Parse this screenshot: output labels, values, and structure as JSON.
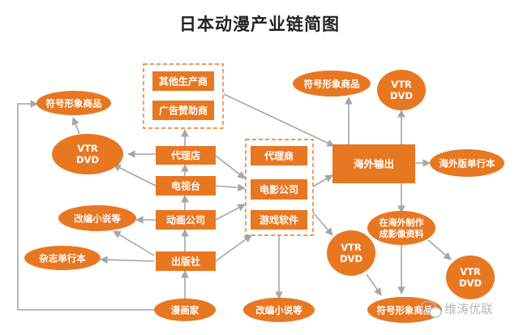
{
  "title": "日本动漫产业链简图",
  "colors": {
    "accent": "#e87722",
    "line": "#a6a6a6",
    "dash": "#e87722",
    "title": "#222222"
  },
  "nodes": {
    "other_producer": "其他生产商",
    "ad_sponsor": "广告赞助商",
    "agency_store": "代理店",
    "tv_station": "电视台",
    "anime_company": "动画公司",
    "publisher": "出版社",
    "manga_artist": "漫画家",
    "agent": "代理商",
    "film_company": "电影公司",
    "game_software": "游戏软件",
    "overseas_export": "海外输出",
    "overseas_volume": "海外版单行本",
    "overseas_image": [
      "在海外制作",
      "成影像资料"
    ],
    "symbol_goods_left": "符号形象商品",
    "symbol_goods_top": "符号形象商品",
    "symbol_goods_bottom": "符号形象商品",
    "vtr_left": [
      "VTR",
      "DVD"
    ],
    "vtr_top": [
      "VTR",
      "DVD"
    ],
    "vtr_mid": [
      "VTR",
      "DVD"
    ],
    "vtr_right": [
      "VTR",
      "DVD"
    ],
    "novel_left": "改编小说等",
    "novel_bottom": "改编小说等",
    "magazine": "杂志单行本"
  },
  "watermark": "维涛优联",
  "icons": {
    "watermark": "wechat-icon"
  }
}
